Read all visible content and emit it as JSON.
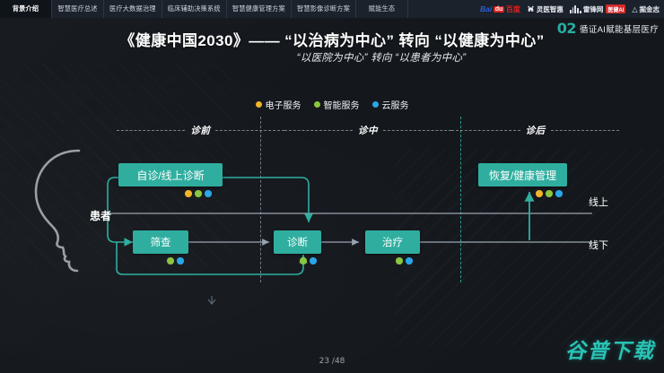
{
  "navbar": {
    "tabs": [
      {
        "label": "背景介绍",
        "active": true
      },
      {
        "label": "智慧医疗总述",
        "active": false
      },
      {
        "label": "医疗大数据治理",
        "active": false
      },
      {
        "label": "临床辅助决策系统",
        "active": false
      },
      {
        "label": "智慧健康管理方案",
        "active": false
      },
      {
        "label": "智慧影像诊断方案",
        "active": false
      },
      {
        "label": "赋能生态",
        "active": false
      }
    ],
    "logos": [
      {
        "name": "baidu-logo",
        "bai": "Bai",
        "du": "du",
        "cn": "百度"
      },
      {
        "name": "lingyi-zhihui-logo",
        "text": "灵医智惠"
      },
      {
        "name": "leiphone-logo",
        "text": "雷锋网",
        "badge": "医健AI"
      },
      {
        "name": "juejinzhi-logo",
        "text": "掘金志"
      }
    ]
  },
  "section": {
    "number": "02",
    "name": "循证AI赋能基层医疗",
    "accent": "#29b6a8"
  },
  "title": {
    "main": "《健康中国2030》—— “以治病为中心” 转向 “以健康为中心”",
    "sub": "“以医院为中心” 转向 “以患者为中心”"
  },
  "legend": {
    "items": [
      {
        "label": "电子服务",
        "color": "#f0b429"
      },
      {
        "label": "智能服务",
        "color": "#8cc63e"
      },
      {
        "label": "云服务",
        "color": "#2aa7e8"
      }
    ]
  },
  "phases": [
    {
      "label": "诊前"
    },
    {
      "label": "诊中"
    },
    {
      "label": "诊后"
    }
  ],
  "diagram": {
    "patient_label": "患者",
    "lane_online": "线上",
    "lane_offline": "线下",
    "nodes": [
      {
        "id": "self-diagnosis",
        "label": "自诊/线上诊断",
        "dots": [
          "#f0b429",
          "#8cc63e",
          "#2aa7e8"
        ]
      },
      {
        "id": "recovery-health-management",
        "label": "恢复/健康管理",
        "dots": [
          "#f0b429",
          "#8cc63e",
          "#2aa7e8"
        ]
      },
      {
        "id": "screening",
        "label": "筛查",
        "dots": [
          "#8cc63e",
          "#2aa7e8"
        ]
      },
      {
        "id": "diagnosis",
        "label": "诊断",
        "dots": [
          "#8cc63e",
          "#2aa7e8"
        ]
      },
      {
        "id": "treatment",
        "label": "治疗",
        "dots": [
          "#8cc63e",
          "#2aa7e8"
        ]
      }
    ]
  },
  "footer": {
    "page": "23 /48",
    "watermark": "谷普下载"
  }
}
